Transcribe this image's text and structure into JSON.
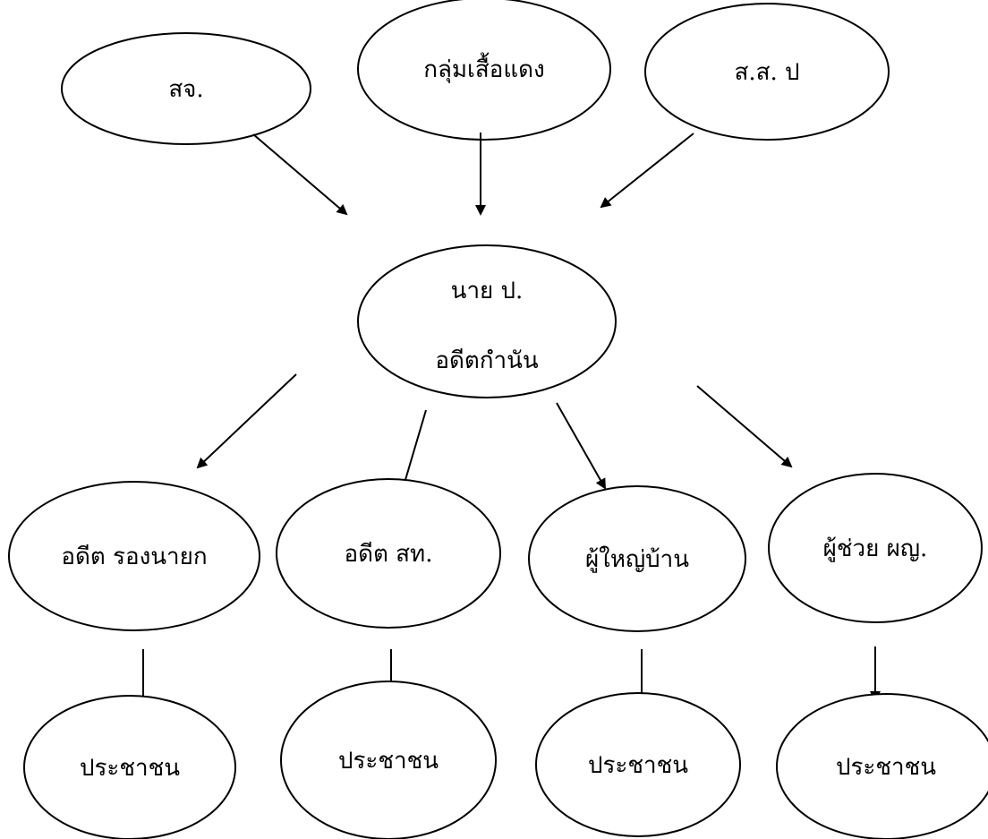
{
  "diagram": {
    "nodes": {
      "top_left": "สจ.",
      "top_center": "กลุ่มเสื้อแดง",
      "top_right": "ส.ส. ป",
      "center_line1": "นาย ป.",
      "center_line2": "อดีตกำนัน",
      "mid_1": "อดีต รองนายก",
      "mid_2": "อดีต สท.",
      "mid_3": "ผู้ใหญ่บ้าน",
      "mid_4": "ผู้ช่วย ผญ.",
      "bottom_1": "ประชาชน",
      "bottom_2": "ประชาชน",
      "bottom_3": "ประชาชน",
      "bottom_4": "ประชาชน"
    }
  },
  "colors": {
    "stroke": "#000000",
    "background": "#ffffff"
  }
}
